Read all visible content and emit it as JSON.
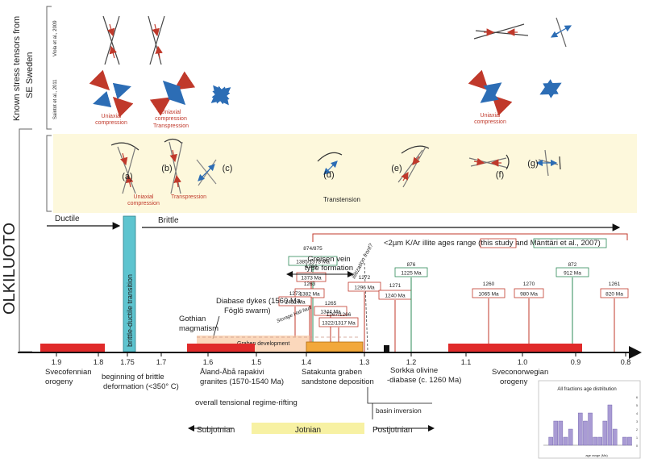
{
  "left_labels": {
    "main": "OLKILUOTO",
    "known": "Known stress tensors from",
    "known2": "SE Sweden",
    "viola": "Viola et al., 2009",
    "saintot": "Saintot et al., 2011"
  },
  "top_stress_labels": {
    "uniaxial1": "Uniaxial",
    "compression1": "compression",
    "uniaxial2": "Uniaxial",
    "compression2": "compression",
    "transpression": "Transpression",
    "uniaxial3": "Uniaxial",
    "compression3": "compression"
  },
  "olkiluoto_panel": {
    "a": "(a)",
    "b": "(b)",
    "c": "(c)",
    "d": "(d)",
    "e": "(e)",
    "f": "(f)",
    "g": "(g)",
    "uniaxial": "Uniaxial",
    "compression": "compression",
    "transpression": "Transpression",
    "transtension": "Transtension"
  },
  "regimes": {
    "ductile": "Ductile",
    "brittle": "Brittle",
    "bdt": "brittle-ductile transition"
  },
  "illite": {
    "title_pre": "<2µm K/Ar illite ages range (",
    "this_study": "this study",
    "and": " and ",
    "manttari": "Mänttäri et al., 2007",
    "title_post": ")",
    "front": "illitization front?",
    "labels": [
      {
        "top": "874/875",
        "box": "1385/1373 Ma",
        "color": "green"
      },
      {
        "top": "1264",
        "box": "1373 Ma",
        "color": "red"
      },
      {
        "top": "1263",
        "box": "1382 Ma",
        "color": "red"
      },
      {
        "top": "1273",
        "box": "1452 Ma",
        "color": "red"
      },
      {
        "top": "1265",
        "box": "1344 Ma",
        "color": "red"
      },
      {
        "top": "1267/1266",
        "box": "1322/1317 Ma",
        "color": "red"
      },
      {
        "top": "1272",
        "box": "1296 Ma",
        "color": "red"
      },
      {
        "top": "1271",
        "box": "1240 Ma",
        "color": "red"
      },
      {
        "top": "876",
        "box": "1225 Ma",
        "color": "green"
      },
      {
        "top": "1260",
        "box": "1065 Ma",
        "color": "red"
      },
      {
        "top": "1270",
        "box": "980 Ma",
        "color": "red"
      },
      {
        "top": "872",
        "box": "912 Ma",
        "color": "green"
      },
      {
        "top": "1261",
        "box": "820 Ma",
        "color": "red"
      }
    ]
  },
  "events": {
    "greisen1": "Greisen vein",
    "greisen2": "type formation",
    "diabase1": "Diabase dykes (1560 Ma",
    "diabase2": "Föglö swarm)",
    "gothian1": "Gothian",
    "gothian2": "magmatism",
    "graben": "Graben development",
    "storage": "Storage Hall fault"
  },
  "axis": {
    "ticks": [
      "1.9",
      "1.8",
      "1.75",
      "1.7",
      "1.6",
      "1.5",
      "1.4",
      "1.3",
      "1.2",
      "1.1",
      "1.0",
      "0.9",
      "0.8"
    ]
  },
  "bottom_labels": {
    "svecofennian1": "Svecofennian",
    "svecofennian2": "orogeny",
    "beginning1": "beginning of brittle",
    "beginning2": "deformation (<350° C)",
    "aland1": "Åland-Åbå rapakivi",
    "aland2": "granites (1570-1540 Ma)",
    "satakunta1": "Satakunta graben",
    "satakunta2": "sandstone deposition",
    "sorkka1": "Sorkka olivine",
    "sorkka2": "-diabase (c. 1260 Ma)",
    "sveconorwegian1": "Sveconorwegian",
    "sveconorwegian2": "orogeny",
    "tensional": "overall tensional regime-rifting",
    "inversion": "basin inversion",
    "subjotnian": "Subjotnian",
    "jotnian": "Jotnian",
    "postjotnian": "Postjotnian"
  },
  "histogram": {
    "title": "All fractions age distribution",
    "xlabel": "age range (Ma)",
    "yticks": [
      "6",
      "5",
      "4",
      "3",
      "2",
      "1",
      "0"
    ],
    "values": [
      0,
      1,
      3,
      3,
      1,
      2,
      0,
      4,
      3,
      4,
      1,
      1,
      3,
      5,
      2,
      0,
      1,
      1
    ]
  }
}
